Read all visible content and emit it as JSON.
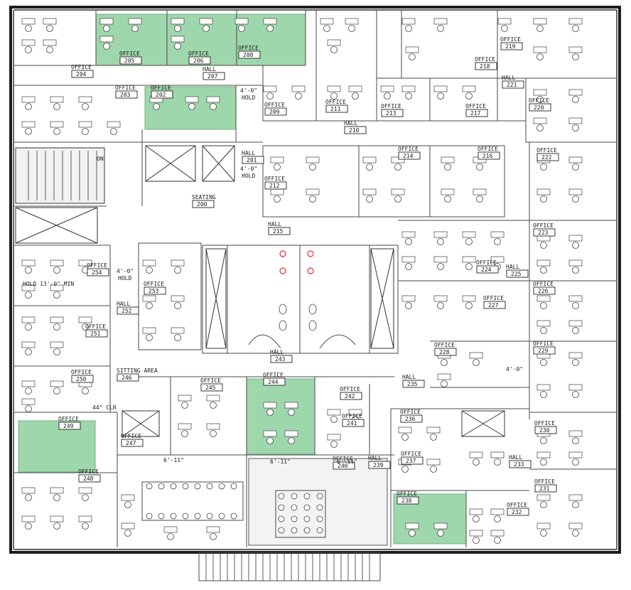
{
  "plan": {
    "rooms": [
      {
        "name": "OFFICE",
        "number": "204"
      },
      {
        "name": "OFFICE",
        "number": "205"
      },
      {
        "name": "OFFICE",
        "number": "206"
      },
      {
        "name": "OFFICE",
        "number": "208"
      },
      {
        "name": "HALL",
        "number": "207"
      },
      {
        "name": "OFFICE",
        "number": "203"
      },
      {
        "name": "OFFICE",
        "number": "202"
      },
      {
        "name": "OFFICE",
        "number": "209"
      },
      {
        "name": "OFFICE",
        "number": "211"
      },
      {
        "name": "OFFICE",
        "number": "213"
      },
      {
        "name": "OFFICE",
        "number": "217"
      },
      {
        "name": "OFFICE",
        "number": "218"
      },
      {
        "name": "OFFICE",
        "number": "219"
      },
      {
        "name": "HALL",
        "number": "221"
      },
      {
        "name": "OFFICE",
        "number": "220"
      },
      {
        "name": "HALL",
        "number": "210"
      },
      {
        "name": "HALL",
        "number": "201"
      },
      {
        "name": "OFFICE",
        "number": "212"
      },
      {
        "name": "OFFICE",
        "number": "214"
      },
      {
        "name": "OFFICE",
        "number": "216"
      },
      {
        "name": "OFFICE",
        "number": "222"
      },
      {
        "name": "SEATING",
        "number": "200"
      },
      {
        "name": "HALL",
        "number": "215"
      },
      {
        "name": "OFFICE",
        "number": "223"
      },
      {
        "name": "OFFICE",
        "number": "254"
      },
      {
        "name": "OFFICE",
        "number": "253"
      },
      {
        "name": "OFFICE",
        "number": "224"
      },
      {
        "name": "HALL",
        "number": "225"
      },
      {
        "name": "OFFICE",
        "number": "226"
      },
      {
        "name": "OFFICE",
        "number": "227"
      },
      {
        "name": "HALL",
        "number": "252"
      },
      {
        "name": "OFFICE",
        "number": "251"
      },
      {
        "name": "OFFICE",
        "number": "228"
      },
      {
        "name": "OFFICE",
        "number": "229"
      },
      {
        "name": "HALL",
        "number": "243"
      },
      {
        "name": "OFFICE",
        "number": "250"
      },
      {
        "name": "SITTING AREA",
        "number": "246"
      },
      {
        "name": "OFFICE",
        "number": "245"
      },
      {
        "name": "OFFICE",
        "number": "244"
      },
      {
        "name": "OFFICE",
        "number": "242"
      },
      {
        "name": "HALL",
        "number": "235"
      },
      {
        "name": "OFFICE",
        "number": "249"
      },
      {
        "name": "OFFICE",
        "number": "247"
      },
      {
        "name": "OFFICE",
        "number": "241"
      },
      {
        "name": "OFFICE",
        "number": "236"
      },
      {
        "name": "OFFICE",
        "number": "230"
      },
      {
        "name": "OFFICE",
        "number": "240"
      },
      {
        "name": "HALL",
        "number": "239"
      },
      {
        "name": "OFFICE",
        "number": "237"
      },
      {
        "name": "HALL",
        "number": "233"
      },
      {
        "name": "OFFICE",
        "number": "248"
      },
      {
        "name": "OFFICE",
        "number": "231"
      },
      {
        "name": "OFFICE",
        "number": "238"
      },
      {
        "name": "OFFICE",
        "number": "232"
      }
    ],
    "notes": [
      {
        "text": "4'-0\"",
        "sub": "HOLD"
      },
      {
        "text": "4'-0\"",
        "sub": "HOLD"
      },
      {
        "text": "HOLD 13'-0\" MIN",
        "sub": ""
      },
      {
        "text": "4'-0\"",
        "sub": "HOLD"
      },
      {
        "text": "4'-0\"",
        "sub": ""
      },
      {
        "text": "44\" CLR",
        "sub": ""
      },
      {
        "text": "6'-11\"",
        "sub": ""
      },
      {
        "text": "6'-11\"",
        "sub": ""
      },
      {
        "text": "6'-11\"",
        "sub": ""
      },
      {
        "text": "ON",
        "sub": ""
      }
    ],
    "colors": {
      "highlight": "#8fd19e",
      "walls": "#2a2a2a",
      "fixture": "#e03030"
    }
  }
}
